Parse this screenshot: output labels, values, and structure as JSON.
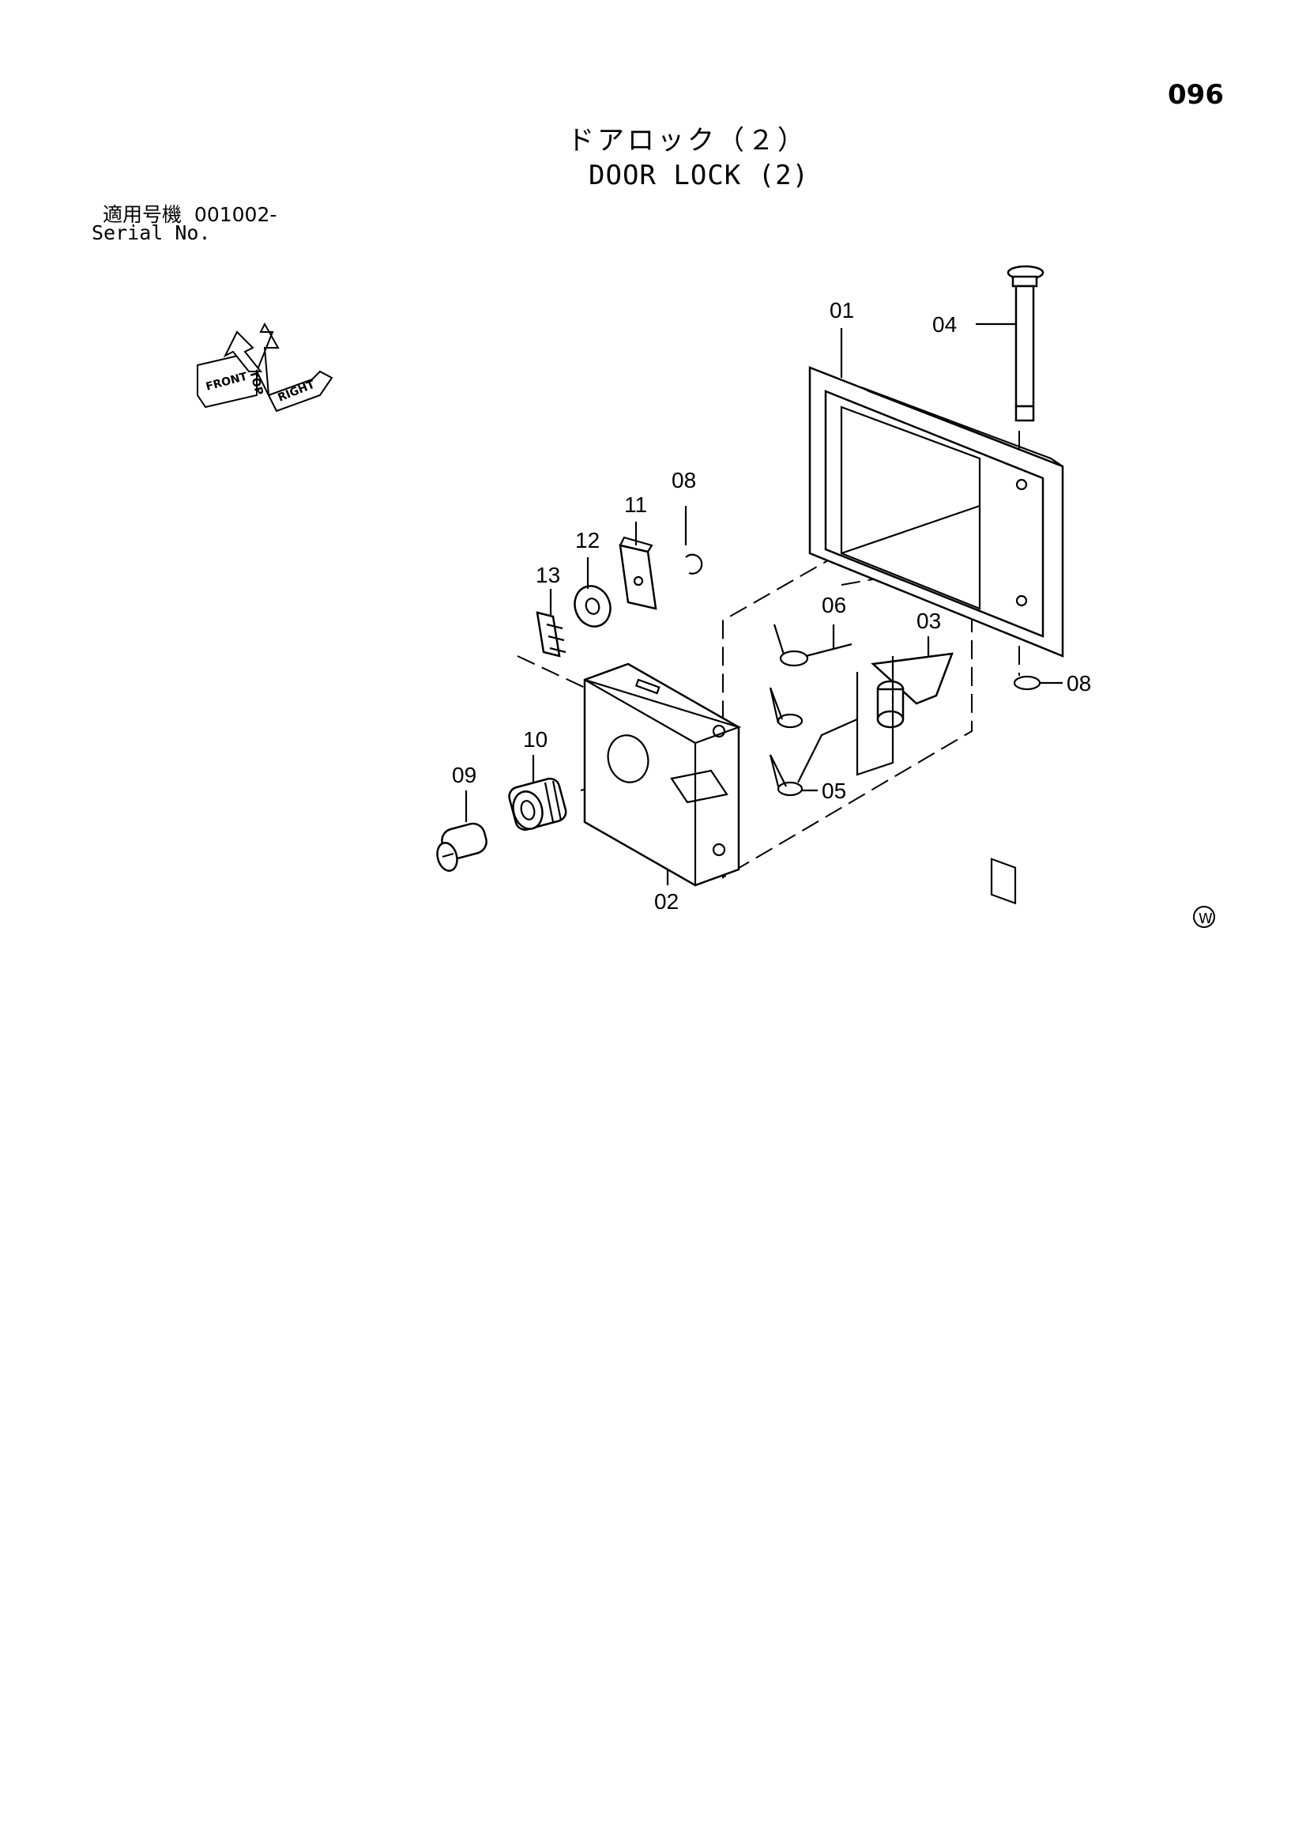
{
  "page_number": "096",
  "title_jp": "ドアロック（２）",
  "title_en": "DOOR LOCK (2)",
  "serial": {
    "label_jp": "適用号機",
    "value": "001002-",
    "label_en": "Serial No."
  },
  "orientation_marker": {
    "labels": [
      "FRONT",
      "TOP",
      "RIGHT"
    ]
  },
  "callouts": {
    "p01": "01",
    "p02": "02",
    "p03": "03",
    "p04": "04",
    "p05": "05",
    "p06": "06",
    "p08a": "08",
    "p08b": "08",
    "p09": "09",
    "p10": "10",
    "p11": "11",
    "p12": "12",
    "p13": "13"
  },
  "watermark": "W"
}
